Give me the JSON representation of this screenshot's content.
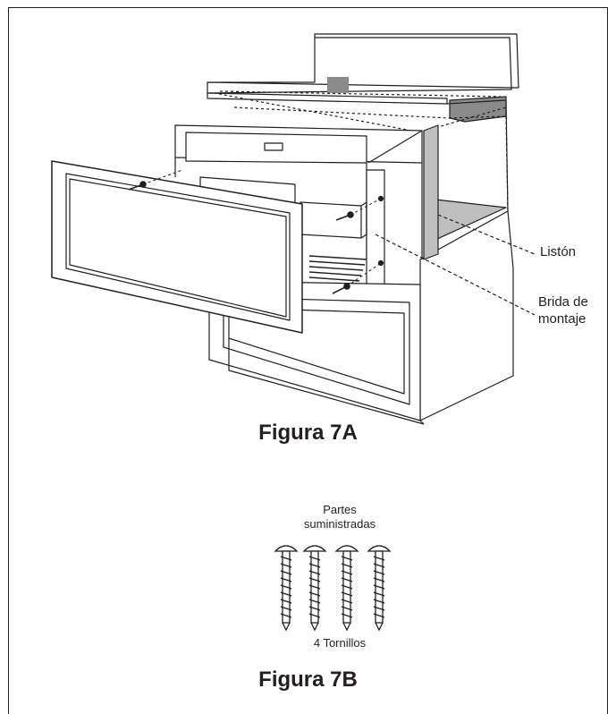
{
  "figure_a": {
    "title": "Figura 7A",
    "callouts": {
      "liston": "Listón",
      "brida_line1": "Brida de",
      "brida_line2": "montaje"
    }
  },
  "figure_b": {
    "title": "Figura 7B",
    "parts_line1": "Partes",
    "parts_line2": "suministradas",
    "screws_label": "4 Tornillos",
    "screw_count": 4
  },
  "colors": {
    "line": "#231f20",
    "shade": "#8a8a8a",
    "light_shade": "#bfbfbf"
  }
}
